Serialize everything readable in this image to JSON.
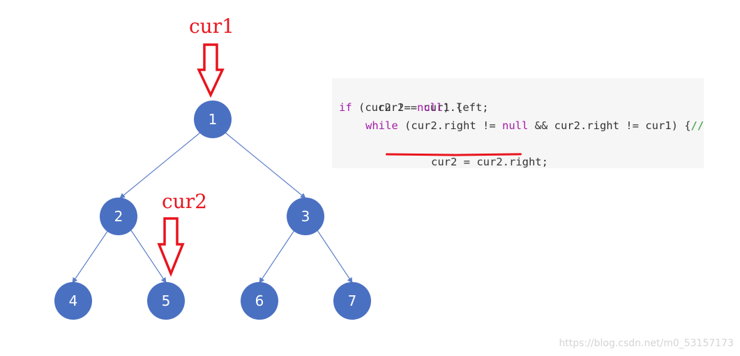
{
  "tree": {
    "node_color": "#4a70c2",
    "edge_color": "#5b7ec9",
    "nodes": [
      {
        "id": "1",
        "label": "1"
      },
      {
        "id": "2",
        "label": "2"
      },
      {
        "id": "3",
        "label": "3"
      },
      {
        "id": "4",
        "label": "4"
      },
      {
        "id": "5",
        "label": "5"
      },
      {
        "id": "6",
        "label": "6"
      },
      {
        "id": "7",
        "label": "7"
      }
    ]
  },
  "pointers": {
    "color": "#e8141d",
    "cur1": {
      "label": "cur1",
      "points_to": "1"
    },
    "cur2": {
      "label": "cur2",
      "points_to": "5"
    }
  },
  "code": {
    "line1": "cur2 = cur1.left;",
    "line2_kw1": "if",
    "line2_rest": " (cur2 != ",
    "line2_kw2": "null",
    "line2_end": ") {",
    "line3_kw1": "while",
    "line3_rest": " (cur2.right != ",
    "line3_kw2": "null",
    "line3_end": " && cur2.right != cur1) {",
    "line3_comment": "//",
    "line4": "cur2 = cur2.right;",
    "line5": "}"
  },
  "watermark": "https://blog.csdn.net/m0_53157173"
}
